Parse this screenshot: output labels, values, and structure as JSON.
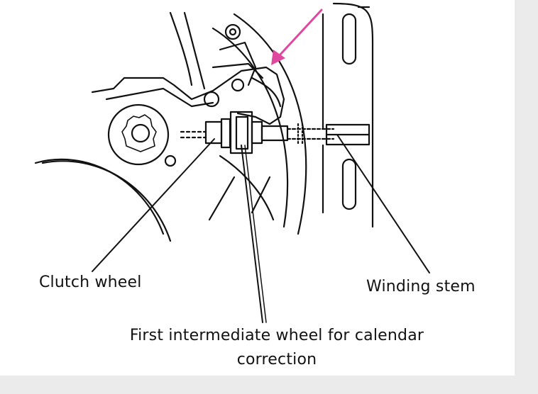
{
  "diagram": {
    "labels": {
      "clutch_wheel": "Clutch wheel",
      "winding_stem": "Winding stem",
      "first_intermediate": "First intermediate wheel for calendar correction"
    },
    "highlight_arrow_color": "#e0479e",
    "line_color": "#111111"
  }
}
